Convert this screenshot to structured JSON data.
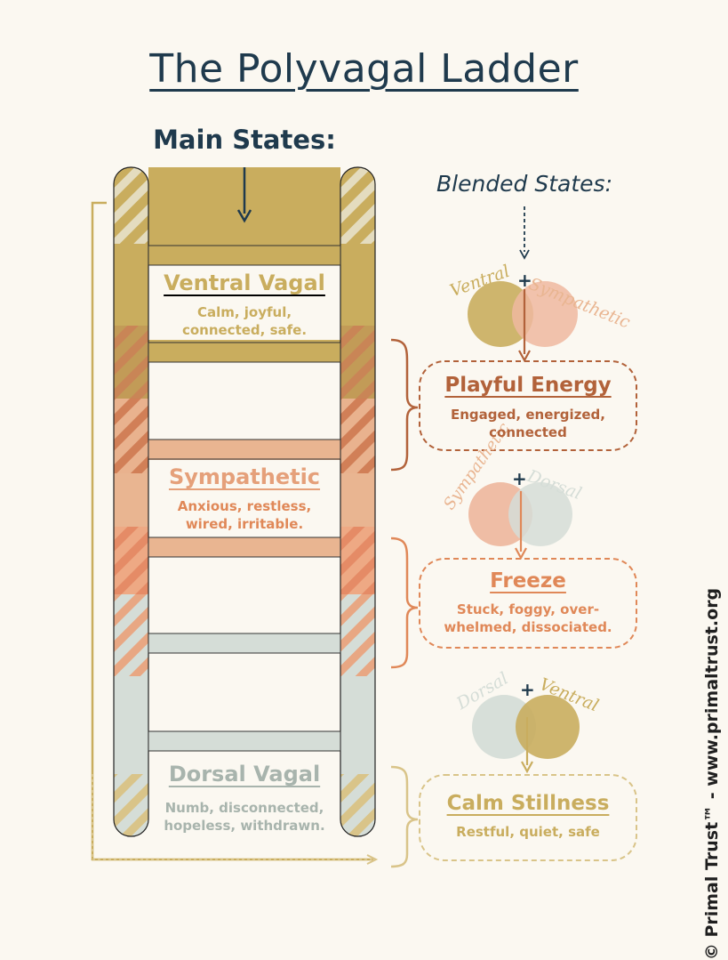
{
  "title": "The Polyvagal Ladder",
  "main_states_label": "Main States:",
  "blended_states_label": "Blended States:",
  "states": {
    "ventral": {
      "name": "Ventral Vagal",
      "desc": "Calm, joyful,\nconnected, safe."
    },
    "sympathetic": {
      "name": "Sympathetic",
      "desc": "Anxious, restless,\nwired, irritable."
    },
    "dorsal": {
      "name": "Dorsal Vagal",
      "desc": "Numb, disconnected,\nhopeless, withdrawn."
    }
  },
  "blends": {
    "playful": {
      "left_label": "Ventral",
      "plus": "+",
      "right_label": "Sympathetic",
      "name": "Playful Energy",
      "desc": "Engaged, energized,\nconnected"
    },
    "freeze": {
      "left_label": "Sympathetic",
      "plus": "+",
      "right_label": "Dorsal",
      "name": "Freeze",
      "desc": "Stuck, foggy, over-\nwhelmed, dissociated."
    },
    "calm": {
      "left_label": "Dorsal",
      "plus": "+",
      "right_label": "Ventral",
      "name": "Calm Stillness",
      "desc": "Restful, quiet, safe"
    }
  },
  "copyright": "© Primal Trust™ - www.primaltrust.org",
  "colors": {
    "ventral": "#c9ad5e",
    "ventral_dark": "#b9984a",
    "sympathetic": "#e8b591",
    "sympathetic_dark": "#d9895b",
    "dorsal": "#d5ddd7",
    "dorsal_text": "#a8b4ad",
    "playful_text": "#b2623a",
    "freeze_text": "#e08858",
    "navy": "#1f3a4d"
  }
}
